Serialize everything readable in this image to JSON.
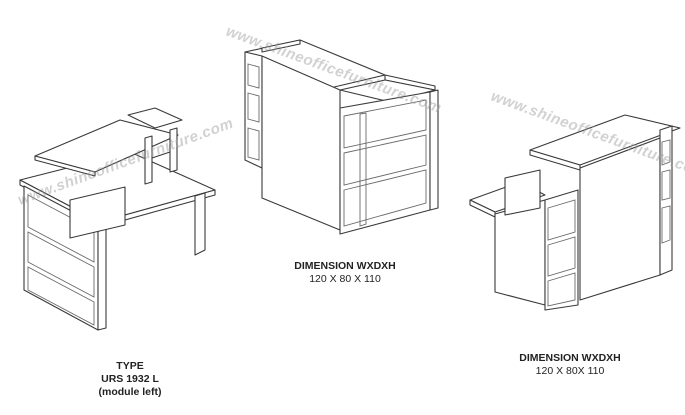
{
  "watermark": "www.shineofficefurniture.com",
  "captions": {
    "left": {
      "line1": "TYPE",
      "line2": "URS 1932 L",
      "line3": "(module left)"
    },
    "center": {
      "title": "DIMENSION WXDXH",
      "value": "120 X 80 X 110"
    },
    "right": {
      "title": "DIMENSION WXDXH",
      "value": "120 X 80X 110"
    }
  }
}
